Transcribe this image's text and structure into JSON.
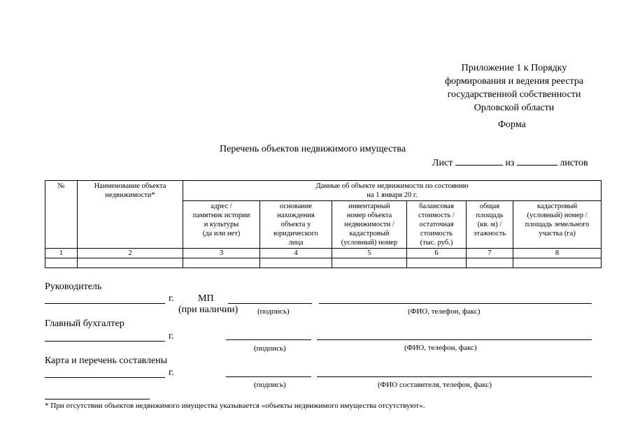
{
  "appendix": {
    "line1": "Приложение 1 к Порядку",
    "line2": "формирования и ведения реестра",
    "line3": "государственной собственности",
    "line4": "Орловской области"
  },
  "form_label": "Форма",
  "title": "Перечень объектов недвижимого имущества",
  "sheet": {
    "sheet_word": "Лист",
    "of_word": "из",
    "sheets_word": "листов"
  },
  "table": {
    "col_num": "№",
    "col_name": "Наименование объекта недвижимости*",
    "group_header_1": "Данные об объекте недвижимости по состоянию",
    "group_header_2": "на 1 января 20     г.",
    "cols": [
      {
        "line1": "адрес /",
        "line2": "памятник истории",
        "line3": "и культуры",
        "line4": "(да или   нет)",
        "line5": ""
      },
      {
        "line1": "основание",
        "line2": "нахождения",
        "line3": "объекта у",
        "line4": "юридического",
        "line5": "лица"
      },
      {
        "line1": "инвентарный",
        "line2": "номер объекта",
        "line3": "недвижимости /",
        "line4": "кадастровый",
        "line5": "(условный) номер"
      },
      {
        "line1": "балансовая",
        "line2": "стоимость /",
        "line3": "остаточная",
        "line4": "стоимость",
        "line5": "(тыс. руб.)"
      },
      {
        "line1": "общая",
        "line2": "площадь",
        "line3": "(кв. м) /",
        "line4": "этажность",
        "line5": ""
      },
      {
        "line1": "кадастровый",
        "line2": "(условный) номер /",
        "line3": "площадь земельного",
        "line4": "участка (га)",
        "line5": ""
      }
    ],
    "numbers": [
      "1",
      "2",
      "3",
      "4",
      "5",
      "6",
      "7",
      "8"
    ]
  },
  "signatures": {
    "head": "Руководитель",
    "year_suffix": "г.",
    "mp": "МП",
    "if_any": "(при наличии)",
    "signature": "(подпись)",
    "fio_phone_fax": "(ФИО, телефон, факс)",
    "chief_accountant": "Главный бухгалтер",
    "compiled_by": "Карта и перечень составлены",
    "fio_compiler": "(ФИО составителя, телефон, факс)"
  },
  "footnote": "* При отсутствии объектов недвижимого имущества указывается «объекты недвижимого имущества отсутствуют»."
}
